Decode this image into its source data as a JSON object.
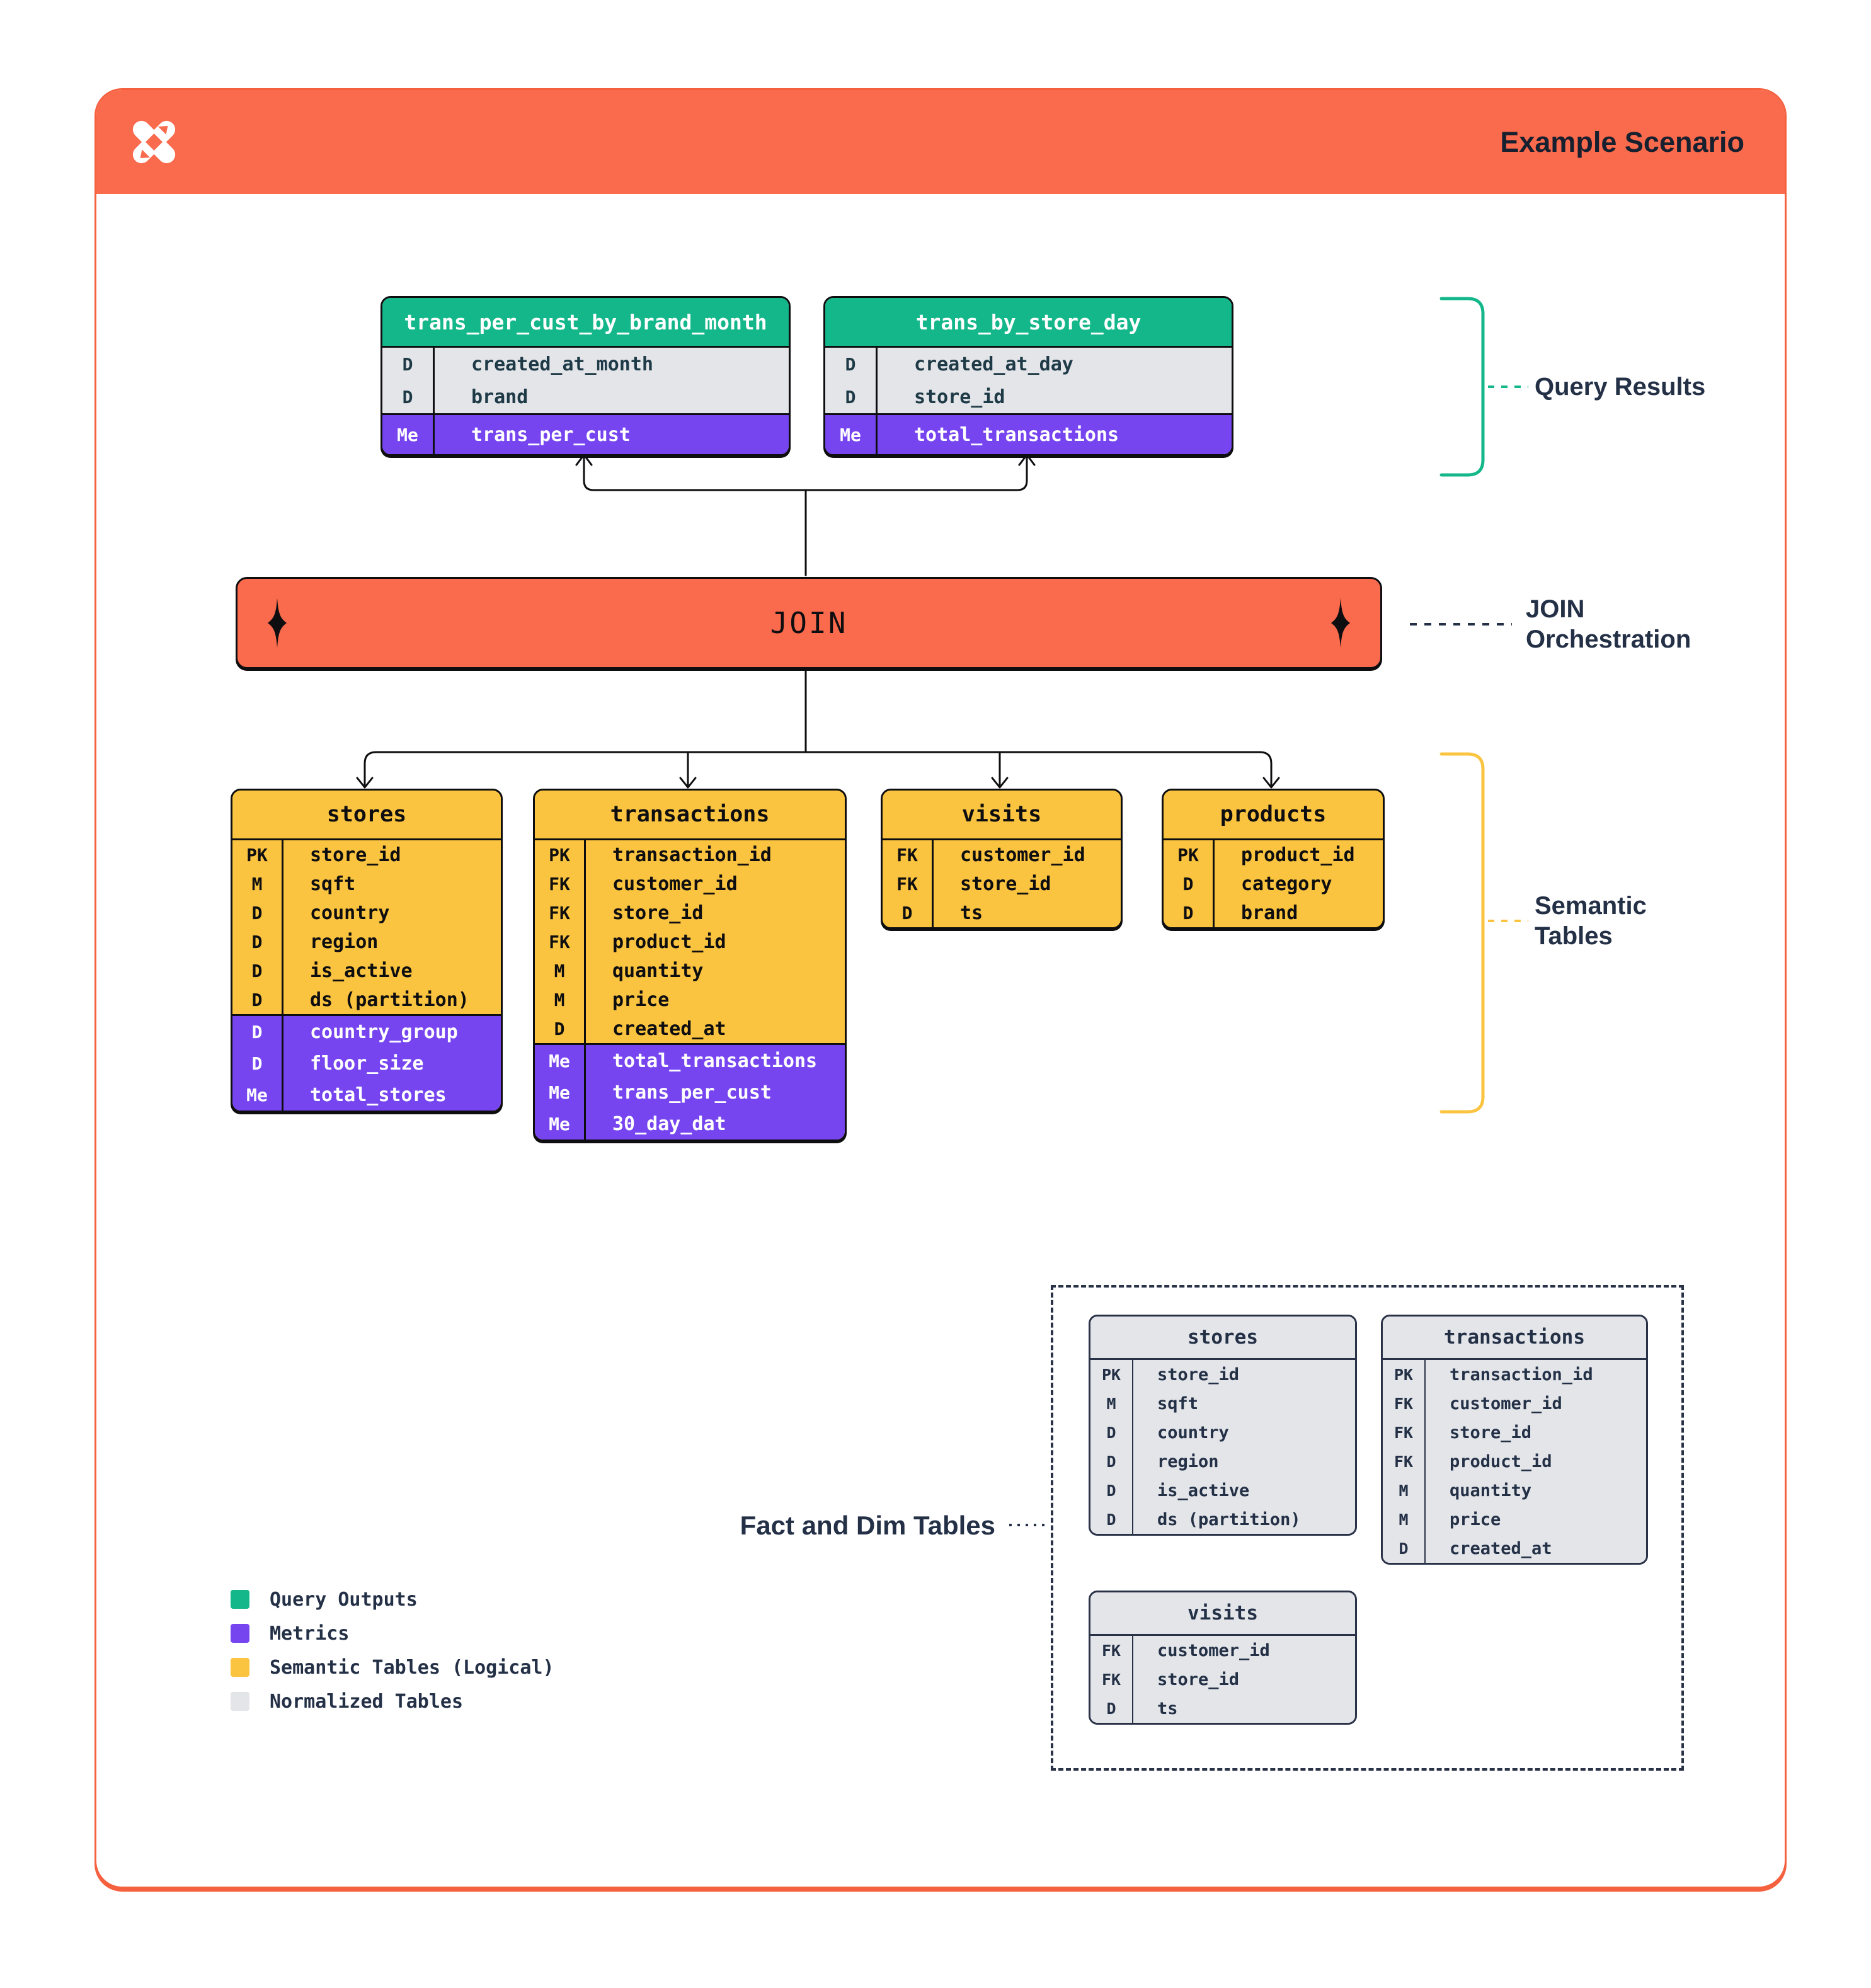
{
  "header": {
    "title": "Example Scenario",
    "logo": "pinwheel-x-logo"
  },
  "colors": {
    "orange": "#FA6A4D",
    "green": "#14B78A",
    "purple": "#7645F0",
    "yellow": "#FBC440",
    "gray": "#E3E5E9",
    "ink": "#0E0E10",
    "navy": "#233046"
  },
  "qr": {
    "label": "Query Results",
    "t1": {
      "name": "trans_per_cust_by_brand_month",
      "rows": [
        {
          "k": "D",
          "v": "created_at_month"
        },
        {
          "k": "D",
          "v": "brand"
        }
      ],
      "metrics": [
        {
          "k": "Me",
          "v": "trans_per_cust"
        }
      ]
    },
    "t2": {
      "name": "trans_by_store_day",
      "rows": [
        {
          "k": "D",
          "v": "created_at_day"
        },
        {
          "k": "D",
          "v": "store_id"
        }
      ],
      "metrics": [
        {
          "k": "Me",
          "v": "total_transactions"
        }
      ]
    }
  },
  "join": {
    "label": "JOIN",
    "annotation_line1": "JOIN",
    "annotation_line2": "Orchestration"
  },
  "sem": {
    "label_line1": "Semantic",
    "label_line2": "Tables",
    "stores": {
      "name": "stores",
      "rows": [
        {
          "k": "PK",
          "v": "store_id"
        },
        {
          "k": "M",
          "v": "sqft"
        },
        {
          "k": "D",
          "v": "country"
        },
        {
          "k": "D",
          "v": "region"
        },
        {
          "k": "D",
          "v": "is_active"
        },
        {
          "k": "D",
          "v": "ds (partition)"
        }
      ],
      "metrics": [
        {
          "k": "D",
          "v": "country_group"
        },
        {
          "k": "D",
          "v": "floor_size"
        },
        {
          "k": "Me",
          "v": "total_stores"
        }
      ]
    },
    "transactions": {
      "name": "transactions",
      "rows": [
        {
          "k": "PK",
          "v": "transaction_id"
        },
        {
          "k": "FK",
          "v": "customer_id"
        },
        {
          "k": "FK",
          "v": "store_id"
        },
        {
          "k": "FK",
          "v": "product_id"
        },
        {
          "k": "M",
          "v": "quantity"
        },
        {
          "k": "M",
          "v": "price"
        },
        {
          "k": "D",
          "v": "created_at"
        }
      ],
      "metrics": [
        {
          "k": "Me",
          "v": "total_transactions"
        },
        {
          "k": "Me",
          "v": "trans_per_cust"
        },
        {
          "k": "Me",
          "v": "30_day_dat"
        }
      ]
    },
    "visits": {
      "name": "visits",
      "rows": [
        {
          "k": "FK",
          "v": "customer_id"
        },
        {
          "k": "FK",
          "v": "store_id"
        },
        {
          "k": "D",
          "v": "ts"
        }
      ],
      "metrics": []
    },
    "products": {
      "name": "products",
      "rows": [
        {
          "k": "PK",
          "v": "product_id"
        },
        {
          "k": "D",
          "v": "category"
        },
        {
          "k": "D",
          "v": "brand"
        }
      ],
      "metrics": []
    }
  },
  "norm": {
    "label": "Fact and Dim Tables",
    "stores": {
      "name": "stores",
      "rows": [
        {
          "k": "PK",
          "v": "store_id"
        },
        {
          "k": "M",
          "v": "sqft"
        },
        {
          "k": "D",
          "v": "country"
        },
        {
          "k": "D",
          "v": "region"
        },
        {
          "k": "D",
          "v": "is_active"
        },
        {
          "k": "D",
          "v": "ds (partition)"
        }
      ]
    },
    "transactions": {
      "name": "transactions",
      "rows": [
        {
          "k": "PK",
          "v": "transaction_id"
        },
        {
          "k": "FK",
          "v": "customer_id"
        },
        {
          "k": "FK",
          "v": "store_id"
        },
        {
          "k": "FK",
          "v": "product_id"
        },
        {
          "k": "M",
          "v": "quantity"
        },
        {
          "k": "M",
          "v": "price"
        },
        {
          "k": "D",
          "v": "created_at"
        }
      ]
    },
    "visits": {
      "name": "visits",
      "rows": [
        {
          "k": "FK",
          "v": "customer_id"
        },
        {
          "k": "FK",
          "v": "store_id"
        },
        {
          "k": "D",
          "v": "ts"
        }
      ]
    }
  },
  "legend": {
    "items": [
      {
        "label": "Query Outputs",
        "color": "#14B78A"
      },
      {
        "label": "Metrics",
        "color": "#7645F0"
      },
      {
        "label": "Semantic Tables (Logical)",
        "color": "#FBC440"
      },
      {
        "label": "Normalized Tables",
        "color": "#E3E5E9"
      }
    ]
  }
}
